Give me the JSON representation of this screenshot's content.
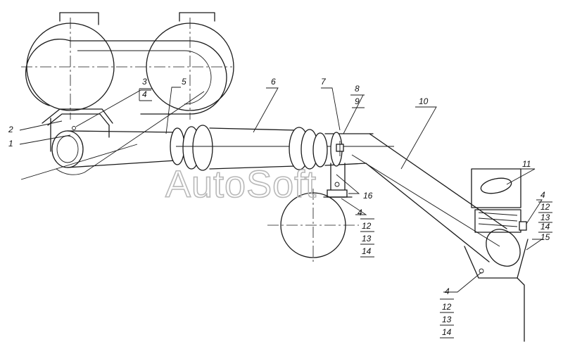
{
  "watermark": "AutoSoft",
  "callouts": {
    "c1": "1",
    "c2": "2",
    "c3": "3",
    "c4a": "4",
    "c5": "5",
    "c6": "6",
    "c7": "7",
    "c8": "8",
    "c9": "9",
    "c10": "10",
    "c11": "11",
    "c16": "16",
    "c4b": "4",
    "c12b": "12",
    "c13b": "13",
    "c14b": "14",
    "c4c": "4",
    "c12c": "12",
    "c13c": "13",
    "c14c": "14",
    "c15": "15",
    "c4d": "4",
    "c12d": "12",
    "c13d": "13",
    "c14d": "14"
  }
}
